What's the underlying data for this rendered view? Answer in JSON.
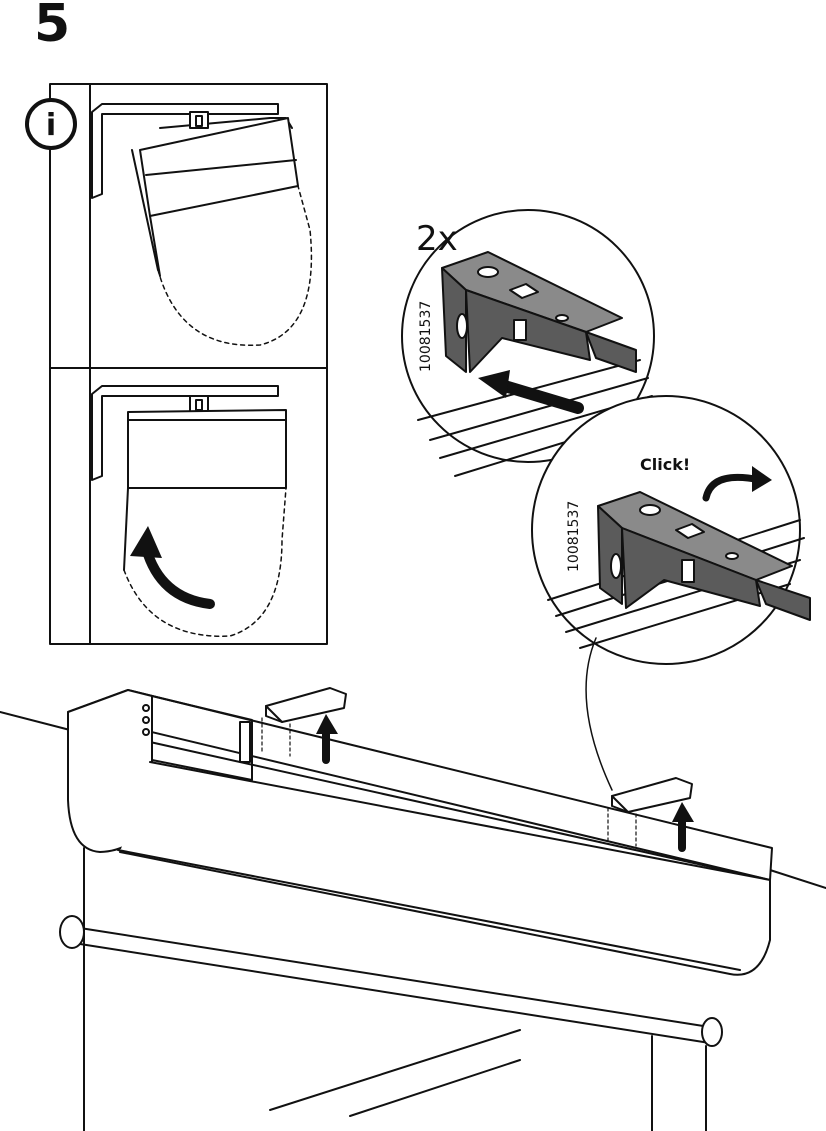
{
  "step": {
    "number": "5"
  },
  "info": {
    "icon": "info-icon",
    "symbol": "i"
  },
  "callouts": {
    "bracket_quantity": "2x",
    "part_number_top": "10081537",
    "part_number_bottom": "10081537",
    "click_label": "Click!"
  },
  "colors": {
    "ink": "#111111",
    "bracket_fill": "#5b5b5b",
    "bracket_top": "#8a8a8a"
  }
}
